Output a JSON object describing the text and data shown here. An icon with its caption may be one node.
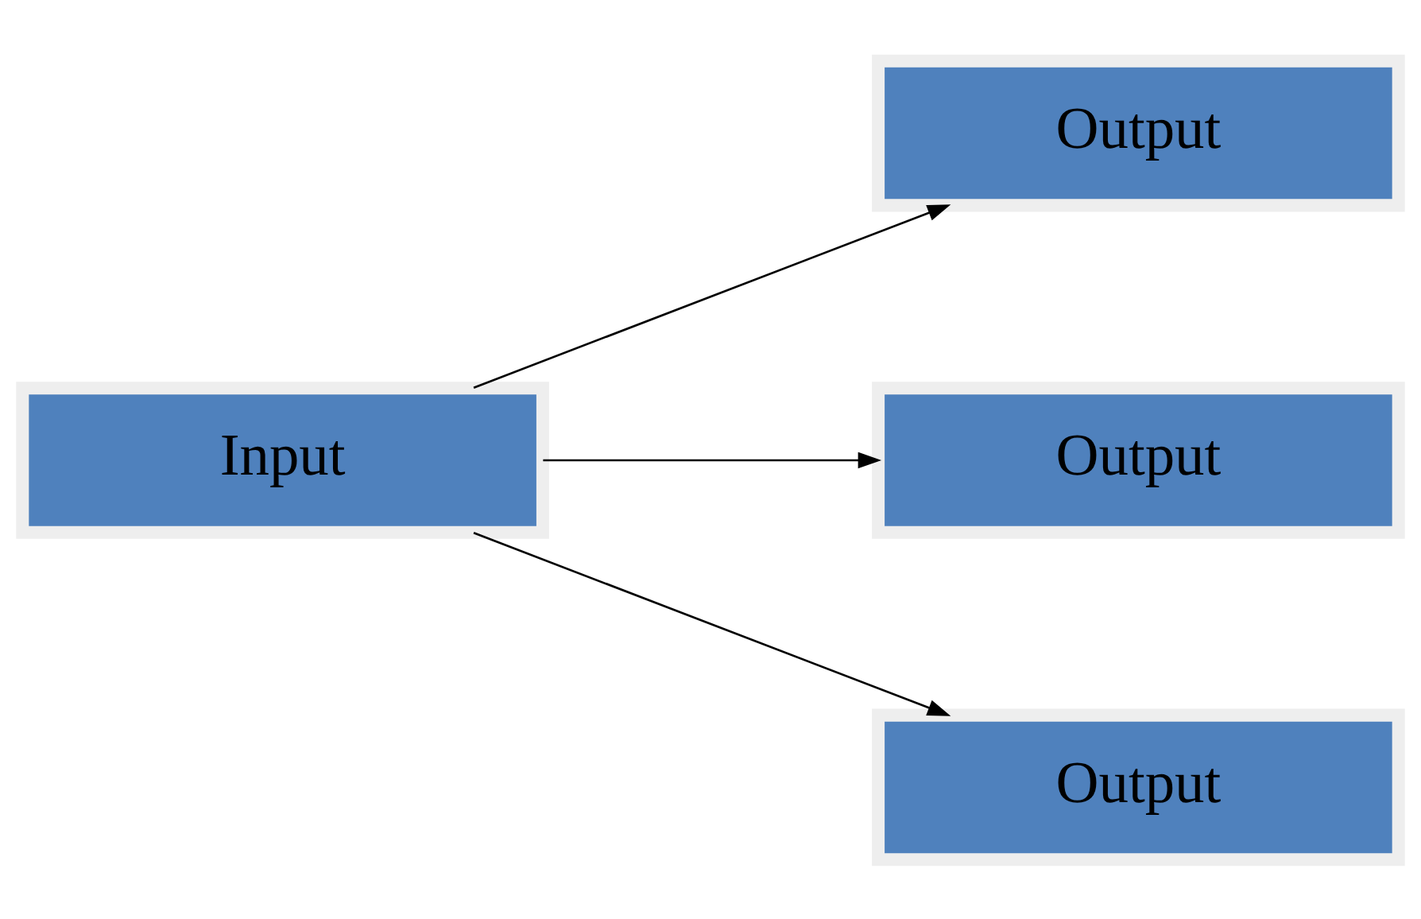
{
  "diagram": {
    "nodes": [
      {
        "text": [
          "Input"
        ]
      },
      {
        "text": [
          "Output"
        ]
      },
      {
        "text": [
          "Output"
        ]
      },
      {
        "text": [
          "Output"
        ]
      }
    ],
    "edges": [
      {
        "from": 0,
        "to": 1,
        "arrow": "to"
      },
      {
        "from": 0,
        "to": 2,
        "arrow": "to"
      },
      {
        "from": 0,
        "to": 3,
        "arrow": "to"
      }
    ]
  }
}
